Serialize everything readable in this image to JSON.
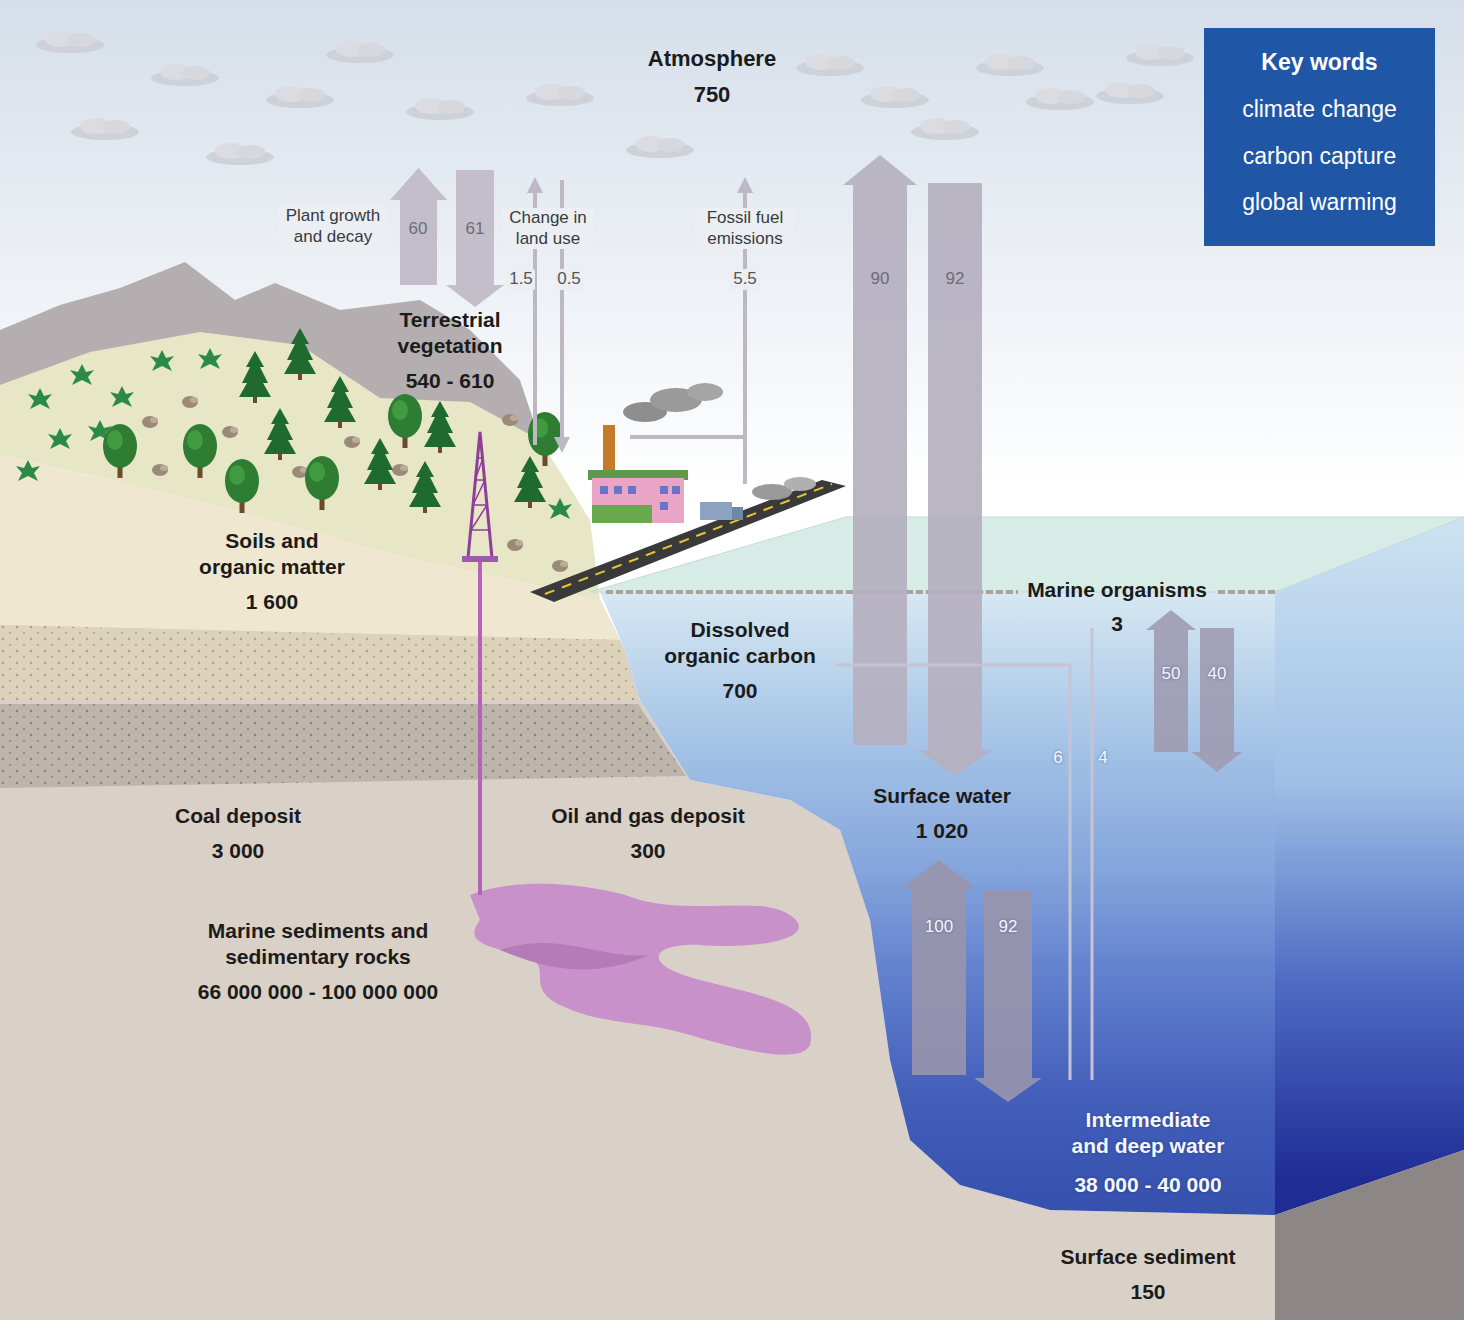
{
  "diagram": {
    "nodes": [
      {
        "text": [
          "Key words",
          "climate change",
          "carbon capture",
          "global warming"
        ]
      }
    ],
    "labels": [
      "Atmosphere",
      "750",
      "Plant growth and decay",
      "60",
      "61",
      "Change in land use",
      "1.5",
      "0.5",
      "Fossil fuel emissions",
      "5.5",
      "90",
      "92",
      "Terrestrial vegetation",
      "540 - 610",
      "Soils and organic matter",
      "1 600",
      "Marine organisms",
      "3",
      "Dissolved organic carbon",
      "700",
      "50",
      "40",
      "6",
      "4",
      "Coal deposit",
      "3 000",
      "Oil and gas deposit",
      "300",
      "Surface water",
      "1 020",
      "100",
      "92",
      "Marine sediments and sedimentary rocks",
      "66 000 000 - 100 000 000",
      "Intermediate and deep water",
      "38 000 - 40 000",
      "Surface sediment",
      "150"
    ]
  }
}
